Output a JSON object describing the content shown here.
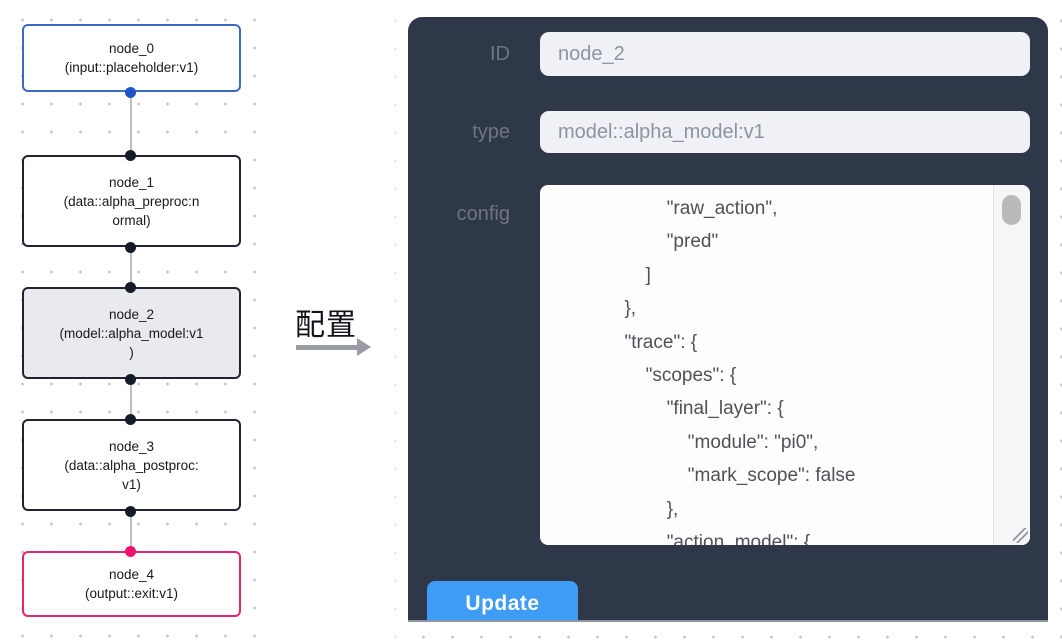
{
  "flow": {
    "nodes": [
      {
        "id": "node_0",
        "lines": [
          "node_0",
          "(input::placeholder:v1)"
        ]
      },
      {
        "id": "node_1",
        "lines": [
          "node_1",
          "(data::alpha_preproc:n",
          "ormal)"
        ]
      },
      {
        "id": "node_2",
        "lines": [
          "node_2",
          "(model::alpha_model:v1",
          ")"
        ],
        "selected": true
      },
      {
        "id": "node_3",
        "lines": [
          "node_3",
          "(data::alpha_postproc:",
          "v1)"
        ]
      },
      {
        "id": "node_4",
        "lines": [
          "node_4",
          "(output::exit:v1)"
        ]
      }
    ]
  },
  "transition": {
    "label": "配置"
  },
  "panel": {
    "id_field": {
      "label": "ID",
      "value": "node_2"
    },
    "type_field": {
      "label": "type",
      "value": "model::alpha_model:v1"
    },
    "config_field": {
      "label": "config",
      "lines": [
        "                        \"raw_action\",",
        "                        \"pred\"",
        "                    ]",
        "                },",
        "                \"trace\": {",
        "                    \"scopes\": {",
        "                        \"final_layer\": {",
        "                            \"module\": \"pi0\",",
        "                            \"mark_scope\": false",
        "                        },",
        "                        \"action_model\": {"
      ]
    },
    "update_label": "Update"
  },
  "colors": {
    "panel_bg": "#2e3849",
    "input_node_border": "#3b6ac4",
    "output_node_border": "#e8246f",
    "selected_node_bg": "#e9eaee",
    "default_node_border": "#1f2430",
    "source_handle_blue": "#1d54ca",
    "target_handle_dark": "#151b28",
    "output_handle_pink": "#f2106f",
    "update_button_bg": "#3f9cf5",
    "edge_gray": "#b9bdc4"
  }
}
